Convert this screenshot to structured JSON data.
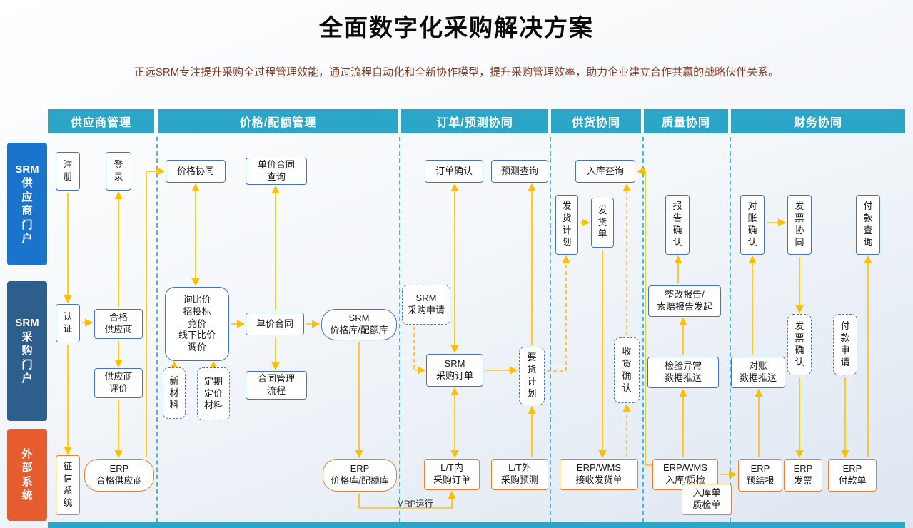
{
  "page": {
    "title": "全面数字化采购解决方案",
    "subtitle": "正远SRM专注提升采购全过程管理效能，通过流程自动化和全新协作模型，提升采购管理效率，助力企业建立合作共赢的战略伙伴关系。"
  },
  "columns": [
    "供应商管理",
    "价格/配额管理",
    "订单/预测协同",
    "供货协同",
    "质量协同",
    "财务协同"
  ],
  "rows": {
    "supplier_portal": "SRM\n供\n应\n商\n门\n户",
    "purchase_portal": "SRM\n采\n购\n门\n户",
    "external": "外\n部\n系\n统"
  },
  "nodes": {
    "register": {
      "label": "注\n册"
    },
    "login": {
      "label": "登\n录"
    },
    "price_collab": {
      "label": "价格协同"
    },
    "unit_price_contract_query": {
      "label": "单价合同\n查询"
    },
    "order_confirm": {
      "label": "订单确认"
    },
    "forecast_query": {
      "label": "预测查询"
    },
    "inbound_query": {
      "label": "入库查询"
    },
    "delivery_plan": {
      "label": "发\n货\n计\n划"
    },
    "delivery_note": {
      "label": "发\n货\n单"
    },
    "report_confirm": {
      "label": "报\n告\n确\n认"
    },
    "recon_confirm": {
      "label": "对\n账\n确\n认"
    },
    "invoice_collab": {
      "label": "发\n票\n协\n同"
    },
    "payment_query": {
      "label": "付\n款\n查\n询"
    },
    "certify": {
      "label": "认\n证"
    },
    "qualified_supplier": {
      "label": "合格\n供应商"
    },
    "supplier_eval": {
      "label": "供应商\n评价"
    },
    "sourcing": {
      "label": "询比价\n招投标\n竞价\n线下比价\n调价"
    },
    "new_material": {
      "label": "新\n材\n料"
    },
    "periodic_material": {
      "label": "定期\n定价\n材料"
    },
    "unit_price_contract": {
      "label": "单价合同"
    },
    "contract_mgmt": {
      "label": "合同管理\n流程"
    },
    "srm_price_repo": {
      "label": "SRM\n价格库/配额库"
    },
    "srm_pr": {
      "label": "SRM\n采购申请"
    },
    "srm_po": {
      "label": "SRM\n采购订单"
    },
    "demand_plan": {
      "label": "要\n货\n计\n划"
    },
    "receipt_confirm": {
      "label": "收\n货\n确\n认"
    },
    "rectify_report": {
      "label": "整改报告/\n索赔报告发起"
    },
    "inspection_push": {
      "label": "检验异常\n数据推送"
    },
    "recon_push": {
      "label": "对账\n数据推送"
    },
    "invoice_confirm": {
      "label": "发\n票\n确\n认"
    },
    "payment_request": {
      "label": "付\n款\n申\n请"
    },
    "credit_system": {
      "label": "征\n信\n系\n统"
    },
    "erp_qualified_supplier": {
      "label": "ERP\n合格供应商"
    },
    "erp_price_repo": {
      "label": "ERP\n价格库/配额库"
    },
    "lt_in_po": {
      "label": "L/T内\n采购订单"
    },
    "lt_out_forecast": {
      "label": "L/T外\n采购预测"
    },
    "erp_wms_receive": {
      "label": "ERP/WMS\n接收发货单"
    },
    "erp_wms_inbound": {
      "label": "ERP/WMS\n入库/质检"
    },
    "inbound_note": {
      "label": "入库单\n质检单"
    },
    "erp_settlement": {
      "label": "ERP\n预结报"
    },
    "erp_invoice": {
      "label": "ERP\n发票"
    },
    "erp_payment": {
      "label": "ERP\n付款单"
    }
  },
  "annotations": {
    "mrp": "MRP运行"
  },
  "colors": {
    "header_bg": "#2ba6c9",
    "row_supplier_portal_bg": "#1b74cc",
    "row_purchase_portal_bg": "#2d5e8c",
    "row_external_bg": "#e65c2e",
    "srm_box_border": "#4472c4",
    "erp_box_border": "#ed7d31",
    "arrow": "#ffbf00",
    "separator": "#49b9da",
    "subtitle_text": "#843c28"
  }
}
